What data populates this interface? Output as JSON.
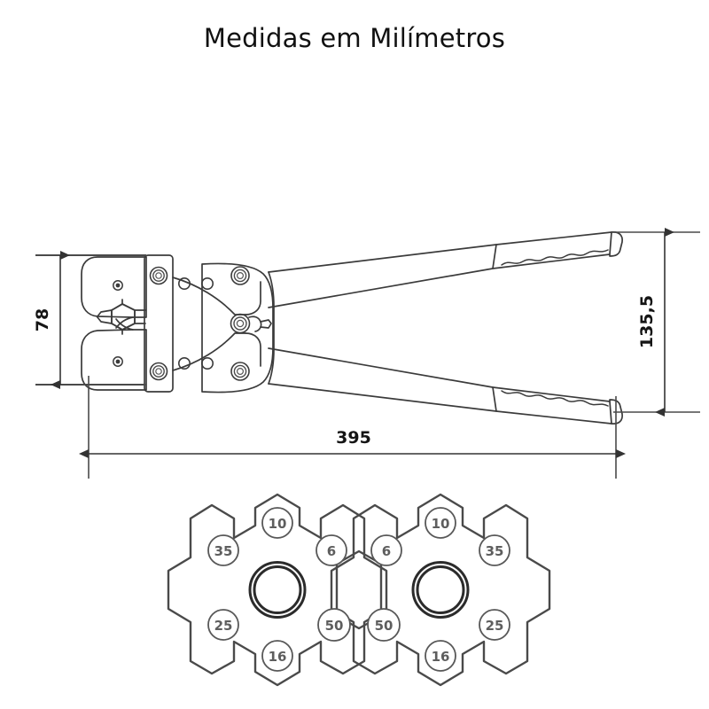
{
  "title": "Medidas em Milímetros",
  "colors": {
    "background": "#ffffff",
    "outline": "#3b3b3b",
    "dim_line": "#4a4a4a",
    "dim_text": "#151515",
    "die_outline": "#4a4a4a",
    "die_text": "#5e5e5e",
    "title_text": "#111111"
  },
  "dimensions": {
    "unit": "mm",
    "height_jaw": "78",
    "height_overall": "135,5",
    "length_overall": "395"
  },
  "tool": {
    "name": "hydraulic-crimping-tool",
    "view": "top-view-outline"
  },
  "dies": {
    "left_head": {
      "label": "left-die-head",
      "pockets": [
        {
          "position": "top",
          "size": "10"
        },
        {
          "position": "upper-left",
          "size": "35"
        },
        {
          "position": "lower-left",
          "size": "25"
        },
        {
          "position": "bottom",
          "size": "16"
        },
        {
          "position": "lower-right",
          "size": "50"
        },
        {
          "position": "upper-right",
          "size": "6"
        }
      ]
    },
    "right_head": {
      "label": "right-die-head",
      "pockets": [
        {
          "position": "top",
          "size": "10"
        },
        {
          "position": "upper-right",
          "size": "35"
        },
        {
          "position": "lower-right",
          "size": "25"
        },
        {
          "position": "bottom",
          "size": "16"
        },
        {
          "position": "lower-left",
          "size": "50"
        },
        {
          "position": "upper-left",
          "size": "6"
        }
      ]
    }
  }
}
